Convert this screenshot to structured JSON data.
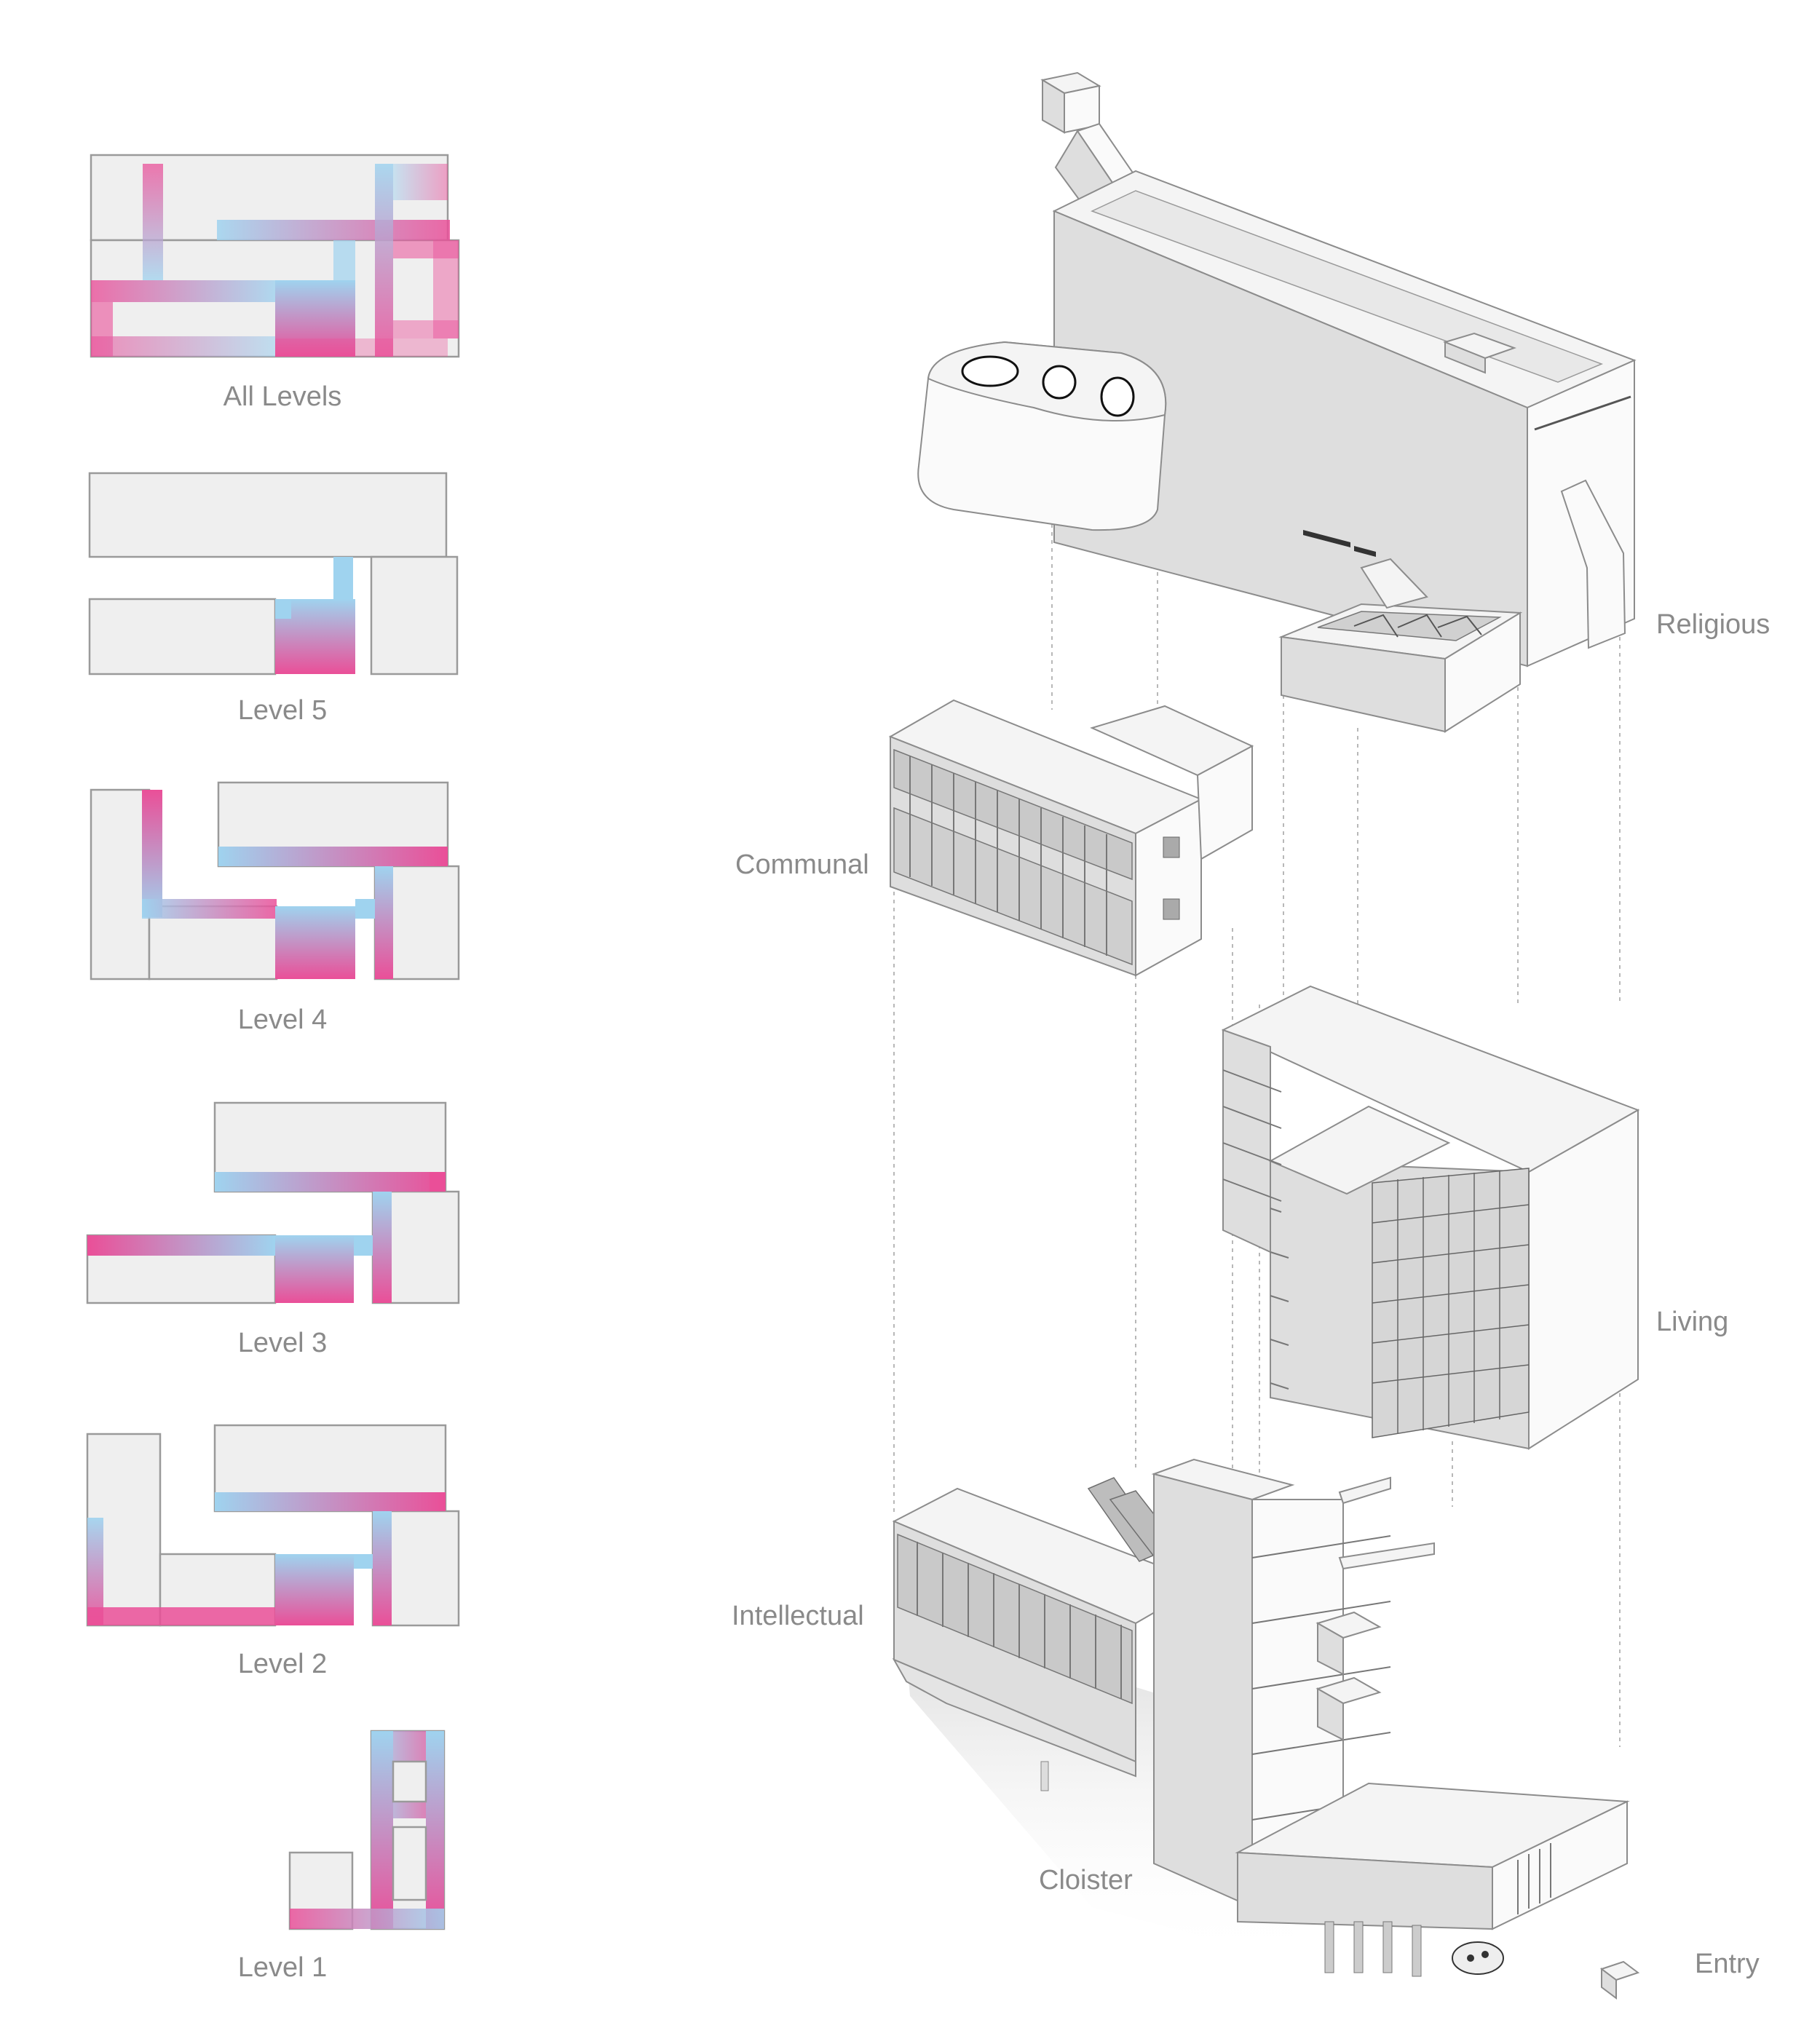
{
  "plans": [
    {
      "label": "All Levels"
    },
    {
      "label": "Level 5"
    },
    {
      "label": "Level 4"
    },
    {
      "label": "Level 3"
    },
    {
      "label": "Level 2"
    },
    {
      "label": "Level 1"
    }
  ],
  "programs": {
    "religious": "Religious",
    "communal": "Communal",
    "living": "Living",
    "intellectual": "Intellectual",
    "cloister": "Cloister",
    "entry": "Entry"
  },
  "colors": {
    "circulation_blue": "#9fd3ef",
    "circulation_pink": "#ea4f98",
    "plan_fill": "#efefef",
    "label_gray": "#8a8a8a"
  }
}
